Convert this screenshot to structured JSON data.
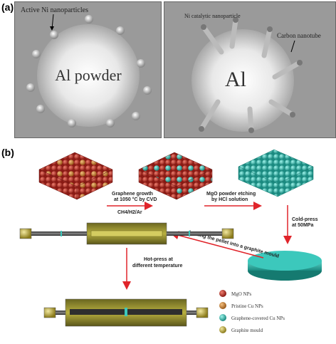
{
  "panel_a": {
    "label": "(a)",
    "left": {
      "annotation": "Active Ni nanoparticles",
      "sphere_label": "Al powder"
    },
    "right": {
      "annotation_catalyst": "Ni catalytic nanoparticle",
      "annotation_tube": "Carbon nanotube",
      "sphere_label": "Al"
    }
  },
  "panel_b": {
    "label": "(b)",
    "steps": {
      "graphene_growth": [
        "Graphene growth",
        "at 1050 °C by CVD"
      ],
      "gas": "CH4/H2/Ar",
      "etching": [
        "MgO powder etching",
        "by HCl solution"
      ],
      "cold_press": [
        "Cold-press",
        "at 50MPa"
      ],
      "loading": "loading the pellet into a graphite mould",
      "hot_press": [
        "Hot-press at",
        "different temperature"
      ]
    },
    "legend": [
      {
        "label": "MgO NPs",
        "color": "#b8322a"
      },
      {
        "label": "Pristine Cu NPs",
        "color": "#d98a3a"
      },
      {
        "label": "Graphene-covered Cu NPs",
        "color": "#3cc8bc"
      },
      {
        "label": "Graphite mould",
        "color": "#c8b84a"
      }
    ],
    "colors": {
      "arrow": "#e0242a",
      "mould": "#8e8a2a",
      "pellet": "#35b9ad"
    }
  }
}
